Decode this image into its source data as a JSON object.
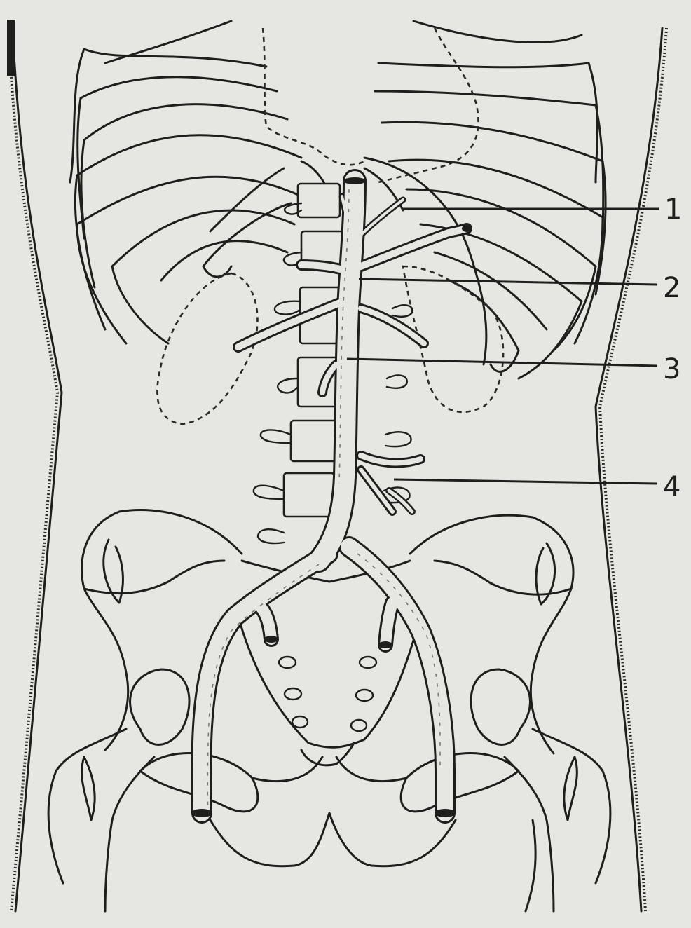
{
  "figure": {
    "labels": [
      {
        "id": "label-1",
        "text": "1"
      },
      {
        "id": "label-2",
        "text": "2"
      },
      {
        "id": "label-3",
        "text": "3"
      },
      {
        "id": "label-4",
        "text": "4"
      }
    ]
  }
}
